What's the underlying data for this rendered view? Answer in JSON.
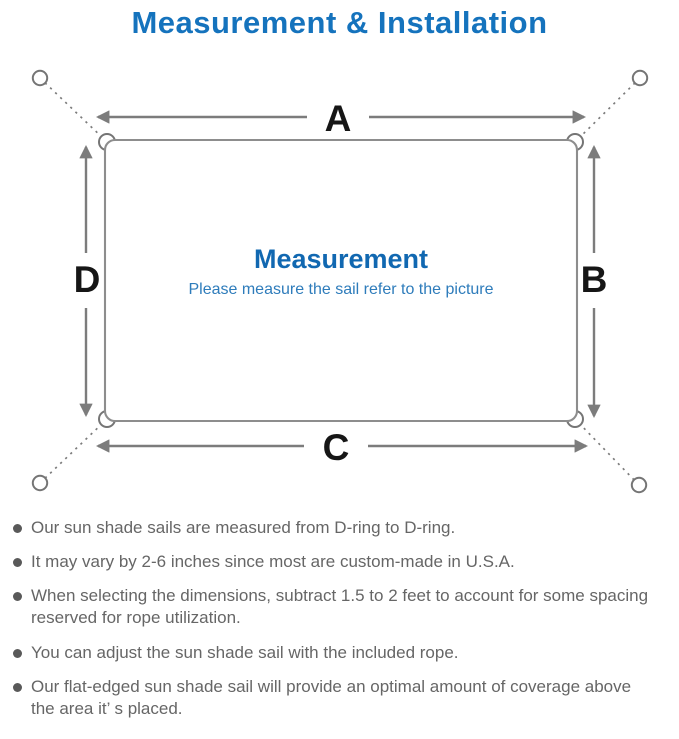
{
  "title": "Measurement & Installation",
  "diagram": {
    "labels": {
      "top": "A",
      "right": "B",
      "bottom": "C",
      "left": "D"
    },
    "center_heading": "Measurement",
    "center_subtext": "Please measure the sail refer to the picture"
  },
  "notes": [
    "Our sun shade sails are measured from D-ring to D-ring.",
    "It may vary by 2-6 inches since most are custom-made in U.S.A.",
    "When selecting the dimensions, subtract 1.5 to 2 feet to account for some spacing reserved for rope utilization.",
    "You can adjust the sun shade sail with the included rope.",
    "Our flat-edged sun shade sail will provide an optimal amount of coverage above the area it’ s placed."
  ],
  "colors": {
    "title_blue": "#1573bd",
    "heading_blue": "#1168b1",
    "subtext_blue": "#2e7cbb",
    "line_gray": "#7c7c7c",
    "outline_gray": "#8d8d8d",
    "ring_gray": "#757575",
    "label_black": "#161616",
    "note_gray": "#666666",
    "bullet_gray": "#595959"
  }
}
